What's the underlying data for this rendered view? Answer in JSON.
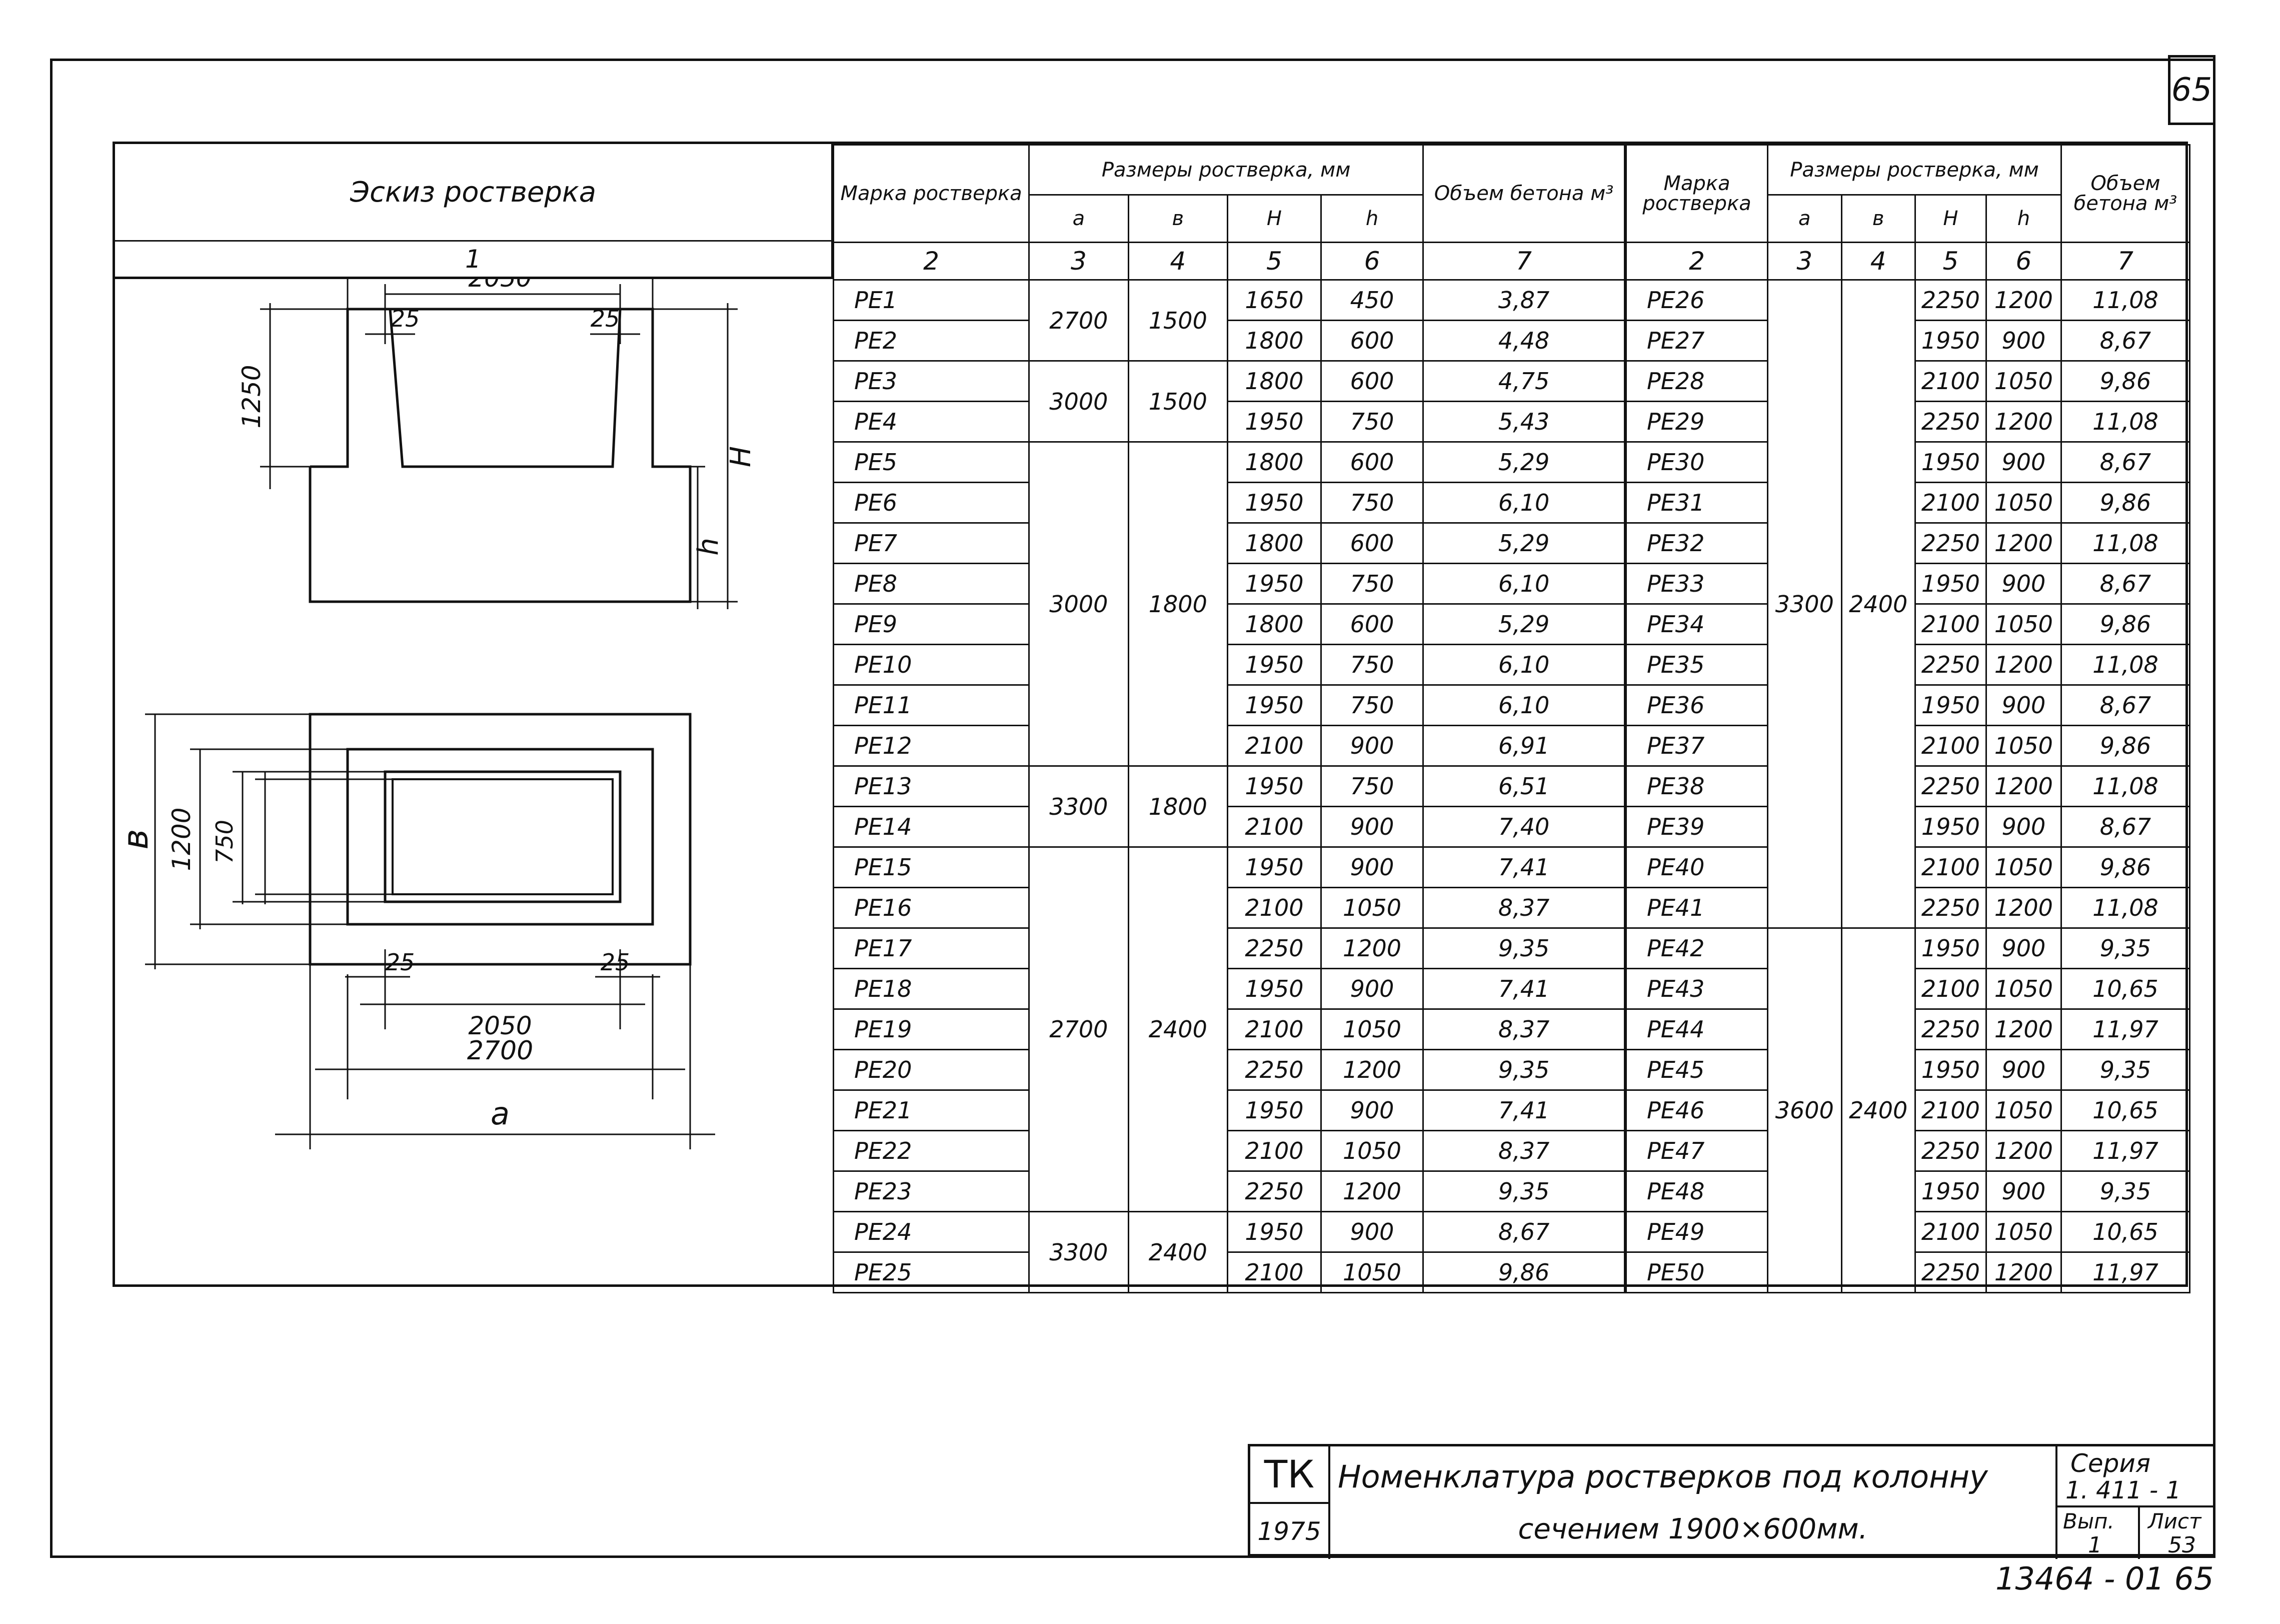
{
  "page_number": "65",
  "sketch": {
    "header": "Эскиз ростверка",
    "column_number": "1",
    "dims": {
      "w2700": "2700",
      "w2050": "2050",
      "d25": "25",
      "h1250": "1250",
      "H": "H",
      "h": "h",
      "b": "в",
      "b1200": "1200",
      "b750": "750",
      "a": "a"
    }
  },
  "table": {
    "headers": {
      "mark": "Марка ростверка",
      "dims": "Размеры ростверка, мм",
      "volume": "Объем бетона м³",
      "a": "a",
      "b": "в",
      "H": "H",
      "h": "h"
    },
    "col_numbers": [
      "2",
      "3",
      "4",
      "5",
      "6",
      "7"
    ],
    "left_rows": [
      {
        "mark": "РЕ1",
        "a": "2700",
        "b": "1500",
        "H": "1650",
        "h": "450",
        "v": "3,87"
      },
      {
        "mark": "РЕ2",
        "H": "1800",
        "h": "600",
        "v": "4,48"
      },
      {
        "mark": "РЕ3",
        "a": "3000",
        "b": "1500",
        "H": "1800",
        "h": "600",
        "v": "4,75"
      },
      {
        "mark": "РЕ4",
        "H": "1950",
        "h": "750",
        "v": "5,43"
      },
      {
        "mark": "РЕ5",
        "a": "3000",
        "b": "1800",
        "H": "1800",
        "h": "600",
        "v": "5,29"
      },
      {
        "mark": "РЕ6",
        "H": "1950",
        "h": "750",
        "v": "6,10"
      },
      {
        "mark": "РЕ7",
        "H": "1800",
        "h": "600",
        "v": "5,29"
      },
      {
        "mark": "РЕ8",
        "H": "1950",
        "h": "750",
        "v": "6,10"
      },
      {
        "mark": "РЕ9",
        "H": "1800",
        "h": "600",
        "v": "5,29"
      },
      {
        "mark": "РЕ10",
        "H": "1950",
        "h": "750",
        "v": "6,10"
      },
      {
        "mark": "РЕ11",
        "H": "1950",
        "h": "750",
        "v": "6,10"
      },
      {
        "mark": "РЕ12",
        "H": "2100",
        "h": "900",
        "v": "6,91"
      },
      {
        "mark": "РЕ13",
        "a": "3300",
        "b": "1800",
        "H": "1950",
        "h": "750",
        "v": "6,51"
      },
      {
        "mark": "РЕ14",
        "H": "2100",
        "h": "900",
        "v": "7,40"
      },
      {
        "mark": "РЕ15",
        "a": "2700",
        "b": "2400",
        "H": "1950",
        "h": "900",
        "v": "7,41"
      },
      {
        "mark": "РЕ16",
        "H": "2100",
        "h": "1050",
        "v": "8,37"
      },
      {
        "mark": "РЕ17",
        "H": "2250",
        "h": "1200",
        "v": "9,35"
      },
      {
        "mark": "РЕ18",
        "H": "1950",
        "h": "900",
        "v": "7,41"
      },
      {
        "mark": "РЕ19",
        "H": "2100",
        "h": "1050",
        "v": "8,37"
      },
      {
        "mark": "РЕ20",
        "H": "2250",
        "h": "1200",
        "v": "9,35"
      },
      {
        "mark": "РЕ21",
        "H": "1950",
        "h": "900",
        "v": "7,41"
      },
      {
        "mark": "РЕ22",
        "H": "2100",
        "h": "1050",
        "v": "8,37"
      },
      {
        "mark": "РЕ23",
        "H": "2250",
        "h": "1200",
        "v": "9,35"
      },
      {
        "mark": "РЕ24",
        "a": "3300",
        "b": "2400",
        "H": "1950",
        "h": "900",
        "v": "8,67"
      },
      {
        "mark": "РЕ25",
        "H": "2100",
        "h": "1050",
        "v": "9,86"
      }
    ],
    "right_rows": [
      {
        "mark": "РЕ26",
        "a": "3300",
        "b": "2400",
        "H": "2250",
        "h": "1200",
        "v": "11,08"
      },
      {
        "mark": "РЕ27",
        "H": "1950",
        "h": "900",
        "v": "8,67"
      },
      {
        "mark": "РЕ28",
        "H": "2100",
        "h": "1050",
        "v": "9,86"
      },
      {
        "mark": "РЕ29",
        "H": "2250",
        "h": "1200",
        "v": "11,08"
      },
      {
        "mark": "РЕ30",
        "H": "1950",
        "h": "900",
        "v": "8,67"
      },
      {
        "mark": "РЕ31",
        "H": "2100",
        "h": "1050",
        "v": "9,86"
      },
      {
        "mark": "РЕ32",
        "H": "2250",
        "h": "1200",
        "v": "11,08"
      },
      {
        "mark": "РЕ33",
        "H": "1950",
        "h": "900",
        "v": "8,67"
      },
      {
        "mark": "РЕ34",
        "H": "2100",
        "h": "1050",
        "v": "9,86"
      },
      {
        "mark": "РЕ35",
        "H": "2250",
        "h": "1200",
        "v": "11,08"
      },
      {
        "mark": "РЕ36",
        "H": "1950",
        "h": "900",
        "v": "8,67"
      },
      {
        "mark": "РЕ37",
        "H": "2100",
        "h": "1050",
        "v": "9,86"
      },
      {
        "mark": "РЕ38",
        "H": "2250",
        "h": "1200",
        "v": "11,08"
      },
      {
        "mark": "РЕ39",
        "H": "1950",
        "h": "900",
        "v": "8,67"
      },
      {
        "mark": "РЕ40",
        "H": "2100",
        "h": "1050",
        "v": "9,86"
      },
      {
        "mark": "РЕ41",
        "H": "2250",
        "h": "1200",
        "v": "11,08"
      },
      {
        "mark": "РЕ42",
        "a": "3600",
        "b": "2400",
        "H": "1950",
        "h": "900",
        "v": "9,35"
      },
      {
        "mark": "РЕ43",
        "H": "2100",
        "h": "1050",
        "v": "10,65"
      },
      {
        "mark": "РЕ44",
        "H": "2250",
        "h": "1200",
        "v": "11,97"
      },
      {
        "mark": "РЕ45",
        "H": "1950",
        "h": "900",
        "v": "9,35"
      },
      {
        "mark": "РЕ46",
        "H": "2100",
        "h": "1050",
        "v": "10,65"
      },
      {
        "mark": "РЕ47",
        "H": "2250",
        "h": "1200",
        "v": "11,97"
      },
      {
        "mark": "РЕ48",
        "H": "1950",
        "h": "900",
        "v": "9,35"
      },
      {
        "mark": "РЕ49",
        "H": "2100",
        "h": "1050",
        "v": "10,65"
      },
      {
        "mark": "РЕ50",
        "H": "2250",
        "h": "1200",
        "v": "11,97"
      }
    ]
  },
  "stamp": {
    "org": "ТК",
    "year": "1975",
    "title1": "Номенклатура ростверков под колонну",
    "title2": "сечением 1900×600мм.",
    "series_label": "Серия",
    "series": "1. 411 - 1",
    "issue_label": "Вып.",
    "issue": "1",
    "sheet_label": "Лист",
    "sheet": "53"
  },
  "drawing_code": "13464 - 01   65"
}
